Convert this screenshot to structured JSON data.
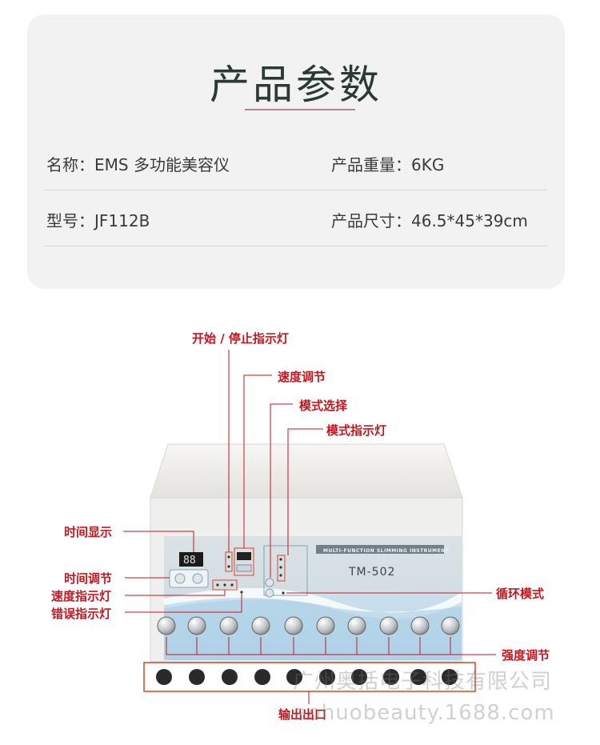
{
  "specs": {
    "title": "产品参数",
    "name": "名称：EMS 多功能美容仪",
    "weight": "产品重量：6KG",
    "model": "型号：JF112B",
    "size": "产品尺寸：46.5*45*39cm"
  },
  "annotations": {
    "start_stop": "开始 / 停止指示灯",
    "speed_adjust": "速度调节",
    "mode_select": "模式选择",
    "mode_indicator": "模式指示灯",
    "time_display": "时间显示",
    "time_adjust": "时间调节",
    "speed_indicator": "速度指示灯",
    "error_indicator": "错误指示灯",
    "cycle_mode": "循环模式",
    "intensity_adjust": "强度调节",
    "output": "输出出口"
  },
  "device": {
    "model_label": "TM-502",
    "brand_label": "MULTI-FUNCTION SLIMMING INSTRUMENT"
  },
  "watermark": {
    "company": "广州奥括电子科技有限公司",
    "url": "aohuobeauty.1688.com"
  },
  "colors": {
    "annotation_red": "#c9151e",
    "panel_blue": "#bcd9ea",
    "title_dark": "#2a3a34"
  }
}
